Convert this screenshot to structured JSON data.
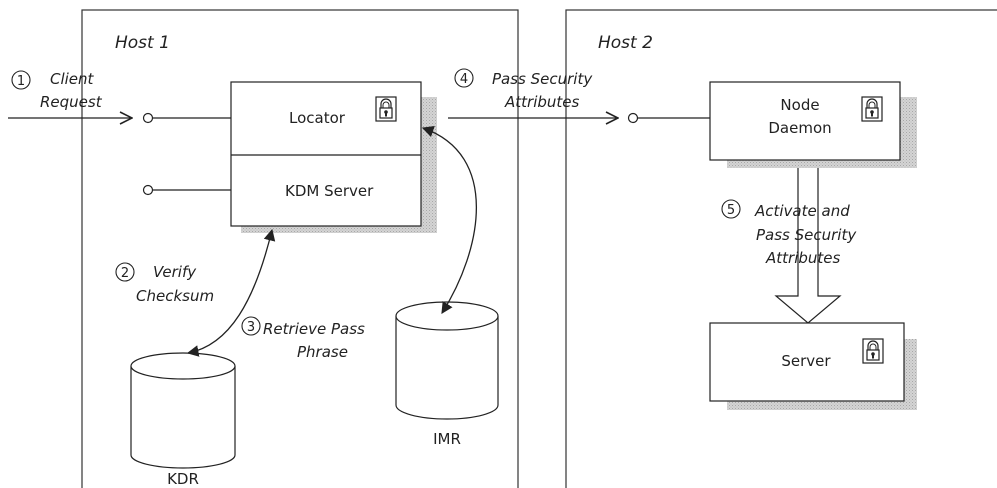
{
  "hosts": [
    {
      "title": "Host 1"
    },
    {
      "title": "Host 2"
    }
  ],
  "components": {
    "locator": "Locator",
    "kdm_server": "KDM Server",
    "node_daemon_line1": "Node",
    "node_daemon_line2": "Daemon",
    "server": "Server"
  },
  "repositories": {
    "kdr": "KDR",
    "imr": "IMR"
  },
  "steps": [
    {
      "number": "1",
      "line1": "Client",
      "line2": "Request"
    },
    {
      "number": "2",
      "line1": "Verify",
      "line2": "Checksum"
    },
    {
      "number": "3",
      "line1": "Retrieve Pass",
      "line2": "Phrase"
    },
    {
      "number": "4",
      "line1": "Pass Security",
      "line2": "Attributes"
    },
    {
      "number": "5",
      "line1": "Activate and",
      "line2": "Pass Security",
      "line3": "Attributes"
    }
  ]
}
